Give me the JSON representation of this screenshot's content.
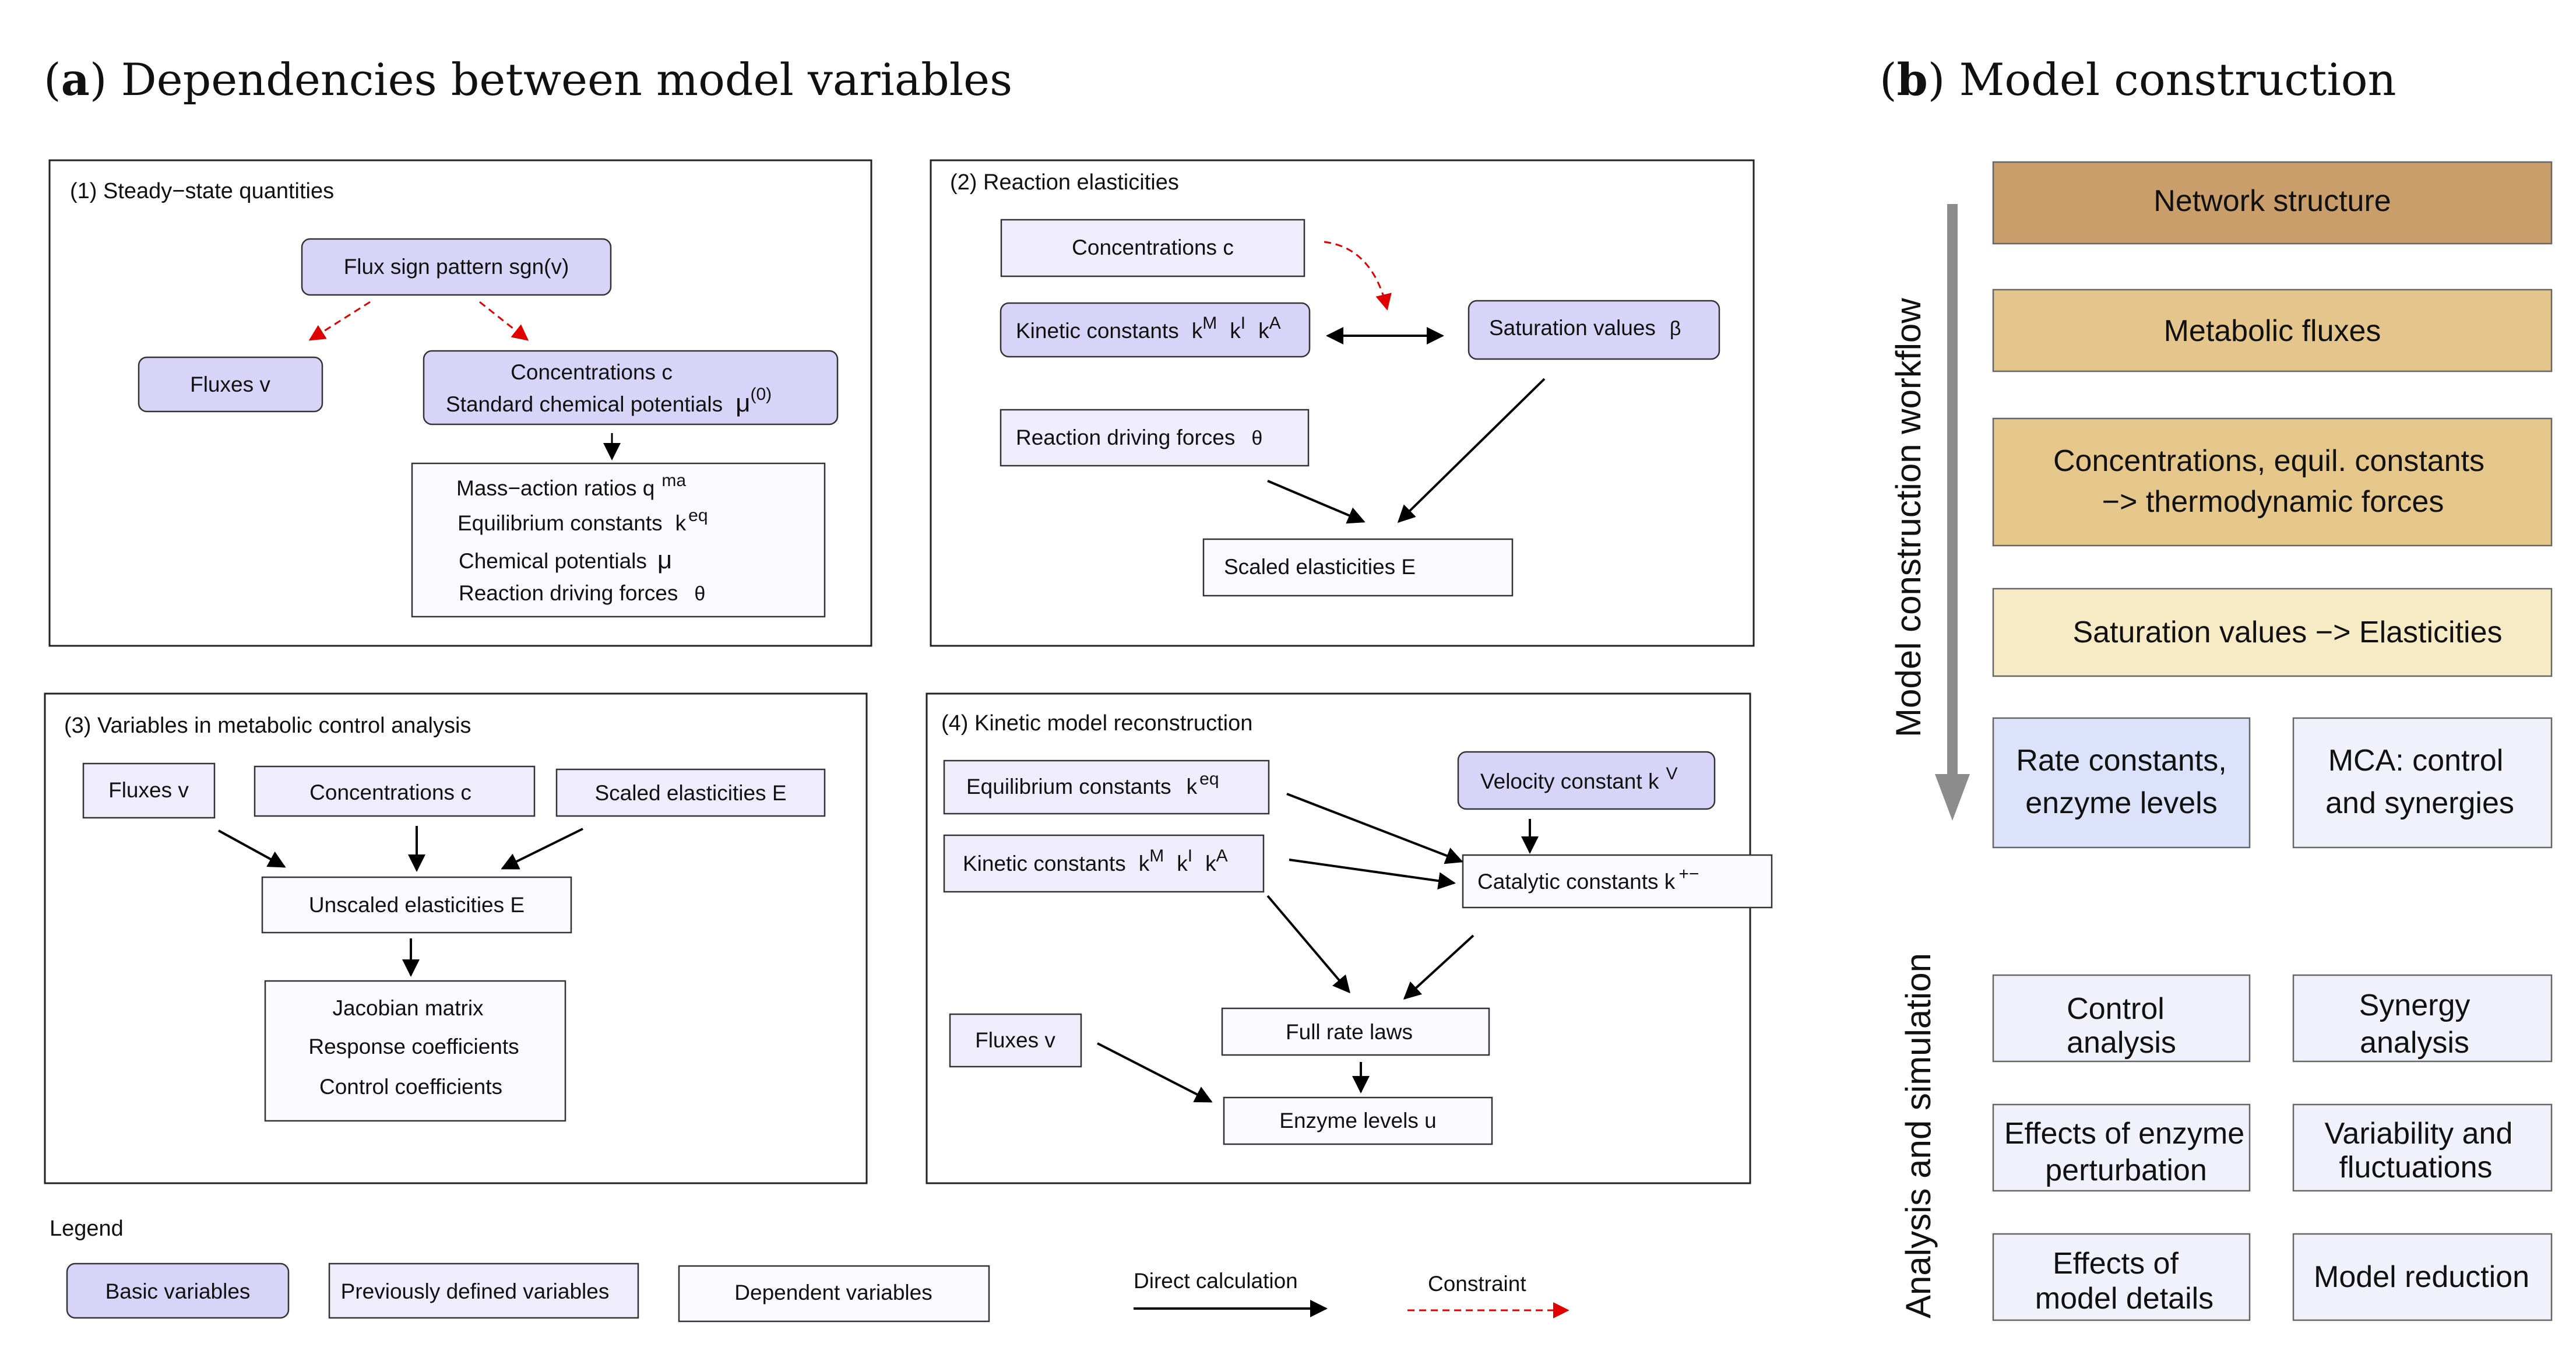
{
  "panel_a": {
    "title_prefix": "(",
    "title_letter": "a",
    "title_suffix": ") Dependencies between model variables",
    "box1": {
      "title": "(1) Steady−state quantities",
      "flux_sign": "Flux sign pattern sgn(v)",
      "fluxes": "Fluxes v",
      "conc_line1": "Concentrations c",
      "conc_line2": "Standard chemical potentials",
      "mu0_base": "μ",
      "mu0_sup": "(0)",
      "mass_action": "Mass−action ratios q",
      "mass_action_sup": "ma",
      "eq_const": "Equilibrium constants",
      "eq_k": "k",
      "eq_sup": "eq",
      "chem_pot": "Chemical potentials",
      "chem_pot_sym": "μ",
      "driving": "Reaction driving forces",
      "driving_sym": "θ"
    },
    "box2": {
      "title": "(2) Reaction elasticities",
      "conc": "Concentrations c",
      "kinetic": "Kinetic constants",
      "kin_k1": "k",
      "kin_s1": "M",
      "kin_k2": "k",
      "kin_s2": "I",
      "kin_k3": "k",
      "kin_s3": "A",
      "saturation": "Saturation values",
      "saturation_sym": "β",
      "driving": "Reaction driving forces",
      "driving_sym": "θ",
      "scaled": "Scaled elasticities E"
    },
    "box3": {
      "title": "(3) Variables in metabolic control analysis",
      "fluxes": "Fluxes v",
      "conc": "Concentrations c",
      "scaled": "Scaled elasticities E",
      "unscaled": "Unscaled elasticities E",
      "jacobian": "Jacobian matrix",
      "response": "Response coefficients",
      "control": "Control coefficients"
    },
    "box4": {
      "title": "(4) Kinetic model reconstruction",
      "eq_const": "Equilibrium constants",
      "eq_k": "k",
      "eq_sup": "eq",
      "velocity": "Velocity constant k",
      "velocity_sup": "V",
      "kinetic": "Kinetic constants",
      "kin_k1": "k",
      "kin_s1": "M",
      "kin_k2": "k",
      "kin_s2": "I",
      "kin_k3": "k",
      "kin_s3": "A",
      "catalytic": "Catalytic constants k",
      "catalytic_sup": "+−",
      "fluxes": "Fluxes v",
      "full_rate": "Full rate laws",
      "enzyme": "Enzyme levels u"
    },
    "legend": {
      "title": "Legend",
      "basic": "Basic variables",
      "previous": "Previously defined variables",
      "dependent": "Dependent variables",
      "direct": "Direct calculation",
      "constraint": "Constraint"
    }
  },
  "panel_b": {
    "title_prefix": "(",
    "title_letter": "b",
    "title_suffix": ") Model construction",
    "workflow_label": "Model construction workflow",
    "analysis_label": "Analysis and simulation",
    "steps": {
      "network": "Network structure",
      "fluxes": "Metabolic fluxes",
      "conc_line1": "Concentrations, equil. constants",
      "conc_line2": "−> thermodynamic forces",
      "saturation": "Saturation values −> Elasticities",
      "rate_line1": "Rate constants,",
      "rate_line2": "enzyme levels",
      "mca_line1": "MCA: control",
      "mca_line2": "and synergies"
    },
    "analysis": {
      "control_line1": "Control",
      "control_line2": "analysis",
      "synergy_line1": "Synergy",
      "synergy_line2": "analysis",
      "effects_enzyme_line1": "Effects of enzyme",
      "effects_enzyme_line2": "perturbation",
      "variability_line1": "Variability and",
      "variability_line2": "fluctuations",
      "effects_model_line1": "Effects of",
      "effects_model_line2": "model details",
      "reduction": "Model reduction"
    }
  },
  "colors": {
    "basic_fill": "#d8d4f7",
    "previous_fill": "#efedfc",
    "dependent_fill": "#fafaff",
    "network_fill": "#c99e6a",
    "fluxes_fill": "#e4c68c",
    "conc_fill": "#e6c78b",
    "saturation_fill": "#f7ebc5",
    "rate_fill": "#dbe2fa",
    "neutral_fill": "#f1f1fb",
    "constraint": "#e00000",
    "workflow_arrow": "#8c8c8c"
  }
}
